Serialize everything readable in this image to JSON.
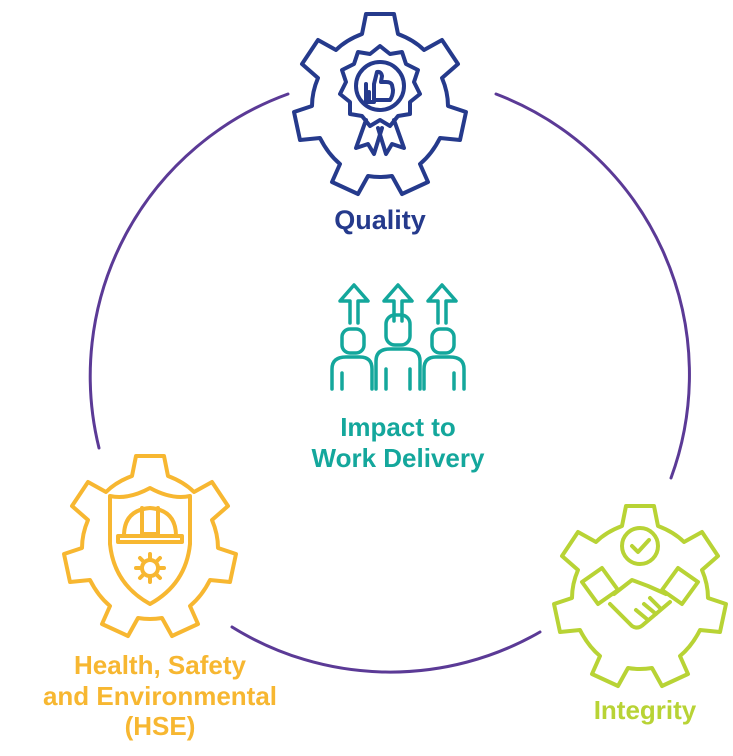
{
  "colors": {
    "ring": "#5b3a96",
    "quality": "#253a8c",
    "center": "#14a79c",
    "hse": "#f7b731",
    "integrity": "#b8d335"
  },
  "nodes": {
    "quality": {
      "label": "Quality",
      "icon": "thumbs-up-award-gear-icon"
    },
    "center": {
      "line1": "Impact to",
      "line2": "Work Delivery",
      "icon": "team-growth-arrows-icon"
    },
    "hse": {
      "line1": "Health, Safety",
      "line2": "and Environmental",
      "line3": "(HSE)",
      "icon": "hardhat-shield-gear-icon"
    },
    "integrity": {
      "label": "Integrity",
      "icon": "handshake-check-gear-icon"
    }
  }
}
